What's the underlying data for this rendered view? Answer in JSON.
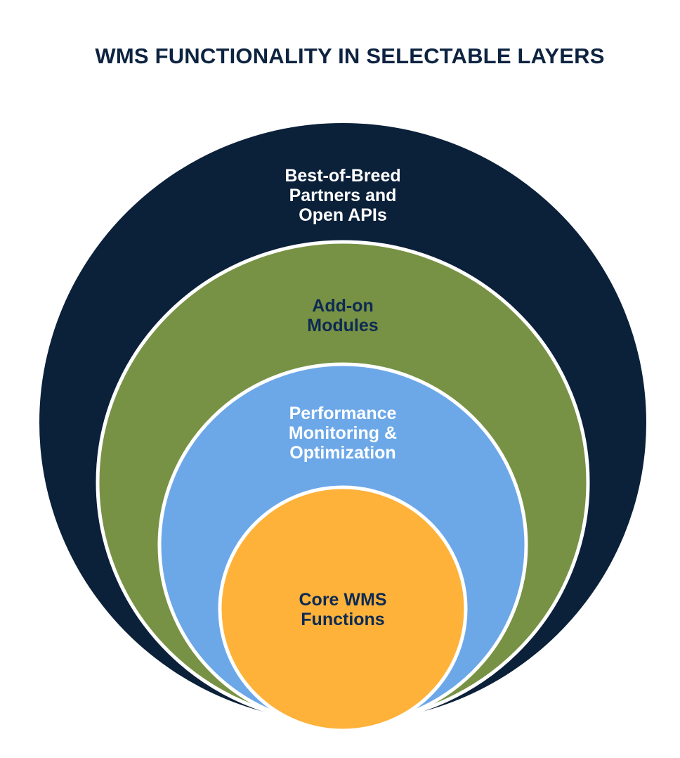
{
  "title": "WMS FUNCTIONALITY IN SELECTABLE LAYERS",
  "colors": {
    "title": "#0d2340",
    "border": "#ffffff"
  },
  "layers": [
    {
      "id": "best-of-breed",
      "lines": [
        "Best-of-Breed",
        "Partners and",
        "Open APIs"
      ],
      "fill": "#0b2039",
      "text_color": "#ffffff"
    },
    {
      "id": "add-on-modules",
      "lines": [
        "Add-on",
        "Modules"
      ],
      "fill": "#779244",
      "text_color": "#0d2a52"
    },
    {
      "id": "performance-monitoring",
      "lines": [
        "Performance",
        "Monitoring &",
        "Optimization"
      ],
      "fill": "#6ca8e8",
      "text_color": "#ffffff"
    },
    {
      "id": "core-wms",
      "lines": [
        "Core WMS",
        "Functions"
      ],
      "fill": "#feb23a",
      "text_color": "#0d2a52"
    }
  ]
}
